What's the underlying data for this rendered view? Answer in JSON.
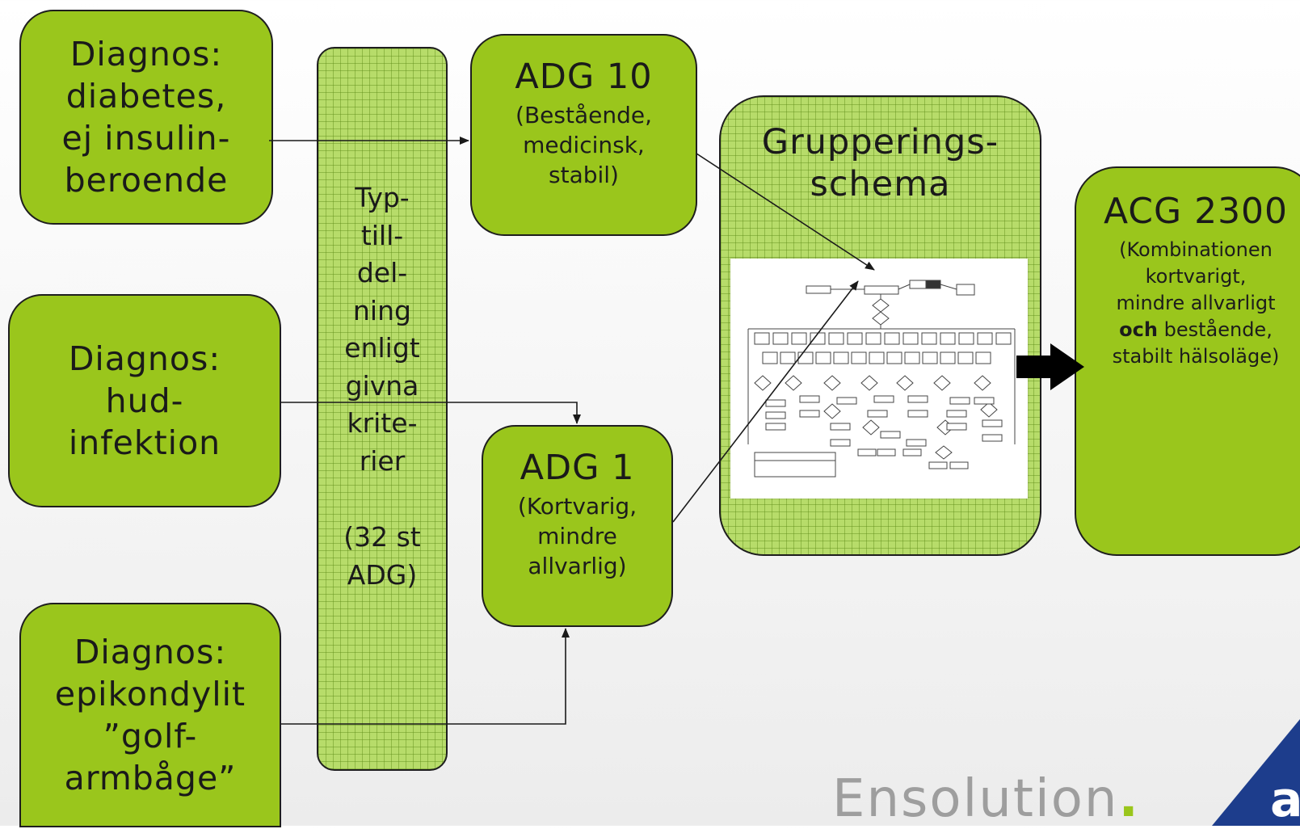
{
  "diagnoses": [
    {
      "lines": [
        "Diagnos:",
        "diabetes,",
        "ej insulin-",
        "beroende"
      ]
    },
    {
      "lines": [
        "Diagnos:",
        "hud-",
        "infektion"
      ]
    },
    {
      "lines": [
        "Diagnos:",
        "epikondylit",
        "”golf-",
        "armbåge”"
      ]
    }
  ],
  "typ": {
    "lines": [
      "Typ-",
      "till-",
      "del-",
      "ning",
      "enligt",
      "givna",
      "krite-",
      "rier"
    ],
    "count_lines": [
      "(32 st",
      "ADG)"
    ]
  },
  "adg10": {
    "title": "ADG 10",
    "lines": [
      "(Bestående,",
      "medicinsk,",
      "stabil)"
    ]
  },
  "adg1": {
    "title": "ADG 1",
    "lines": [
      "(Kortvarig,",
      "mindre",
      "allvarlig)"
    ]
  },
  "grouping": {
    "title_lines": [
      "Grupperings-",
      "schema"
    ],
    "image_name": "flowchart-schema-image"
  },
  "acg": {
    "title": "ACG 2300",
    "line1": "(Kombinationen",
    "line2": "kortvarigt,",
    "line3": "mindre allvarligt",
    "line4_bold": "och",
    "line4_rest": " bestående,",
    "line5": "stabilt hälsoläge)"
  },
  "logo": {
    "text": "Ensolution",
    "dot": "."
  },
  "ac_logo": {
    "text": "ac"
  },
  "colors": {
    "box_green": "#9ac61c",
    "grid_green": "#b7dc6a",
    "border": "#1e1e1e",
    "logo_gray": "#9e9e9e"
  }
}
